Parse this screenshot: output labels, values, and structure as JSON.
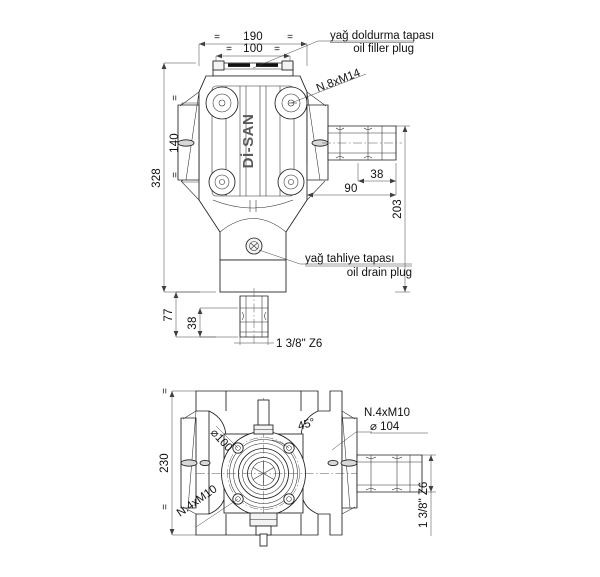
{
  "document": {
    "type": "technical-drawing",
    "subject": "Dİ-SAN bevel gearbox - front view and bottom view",
    "background_color": "#ffffff",
    "line_color": "#1d1d1d",
    "dimension_color": "#404040"
  },
  "brand": {
    "logo_text": "Dİ-SAN"
  },
  "front_view": {
    "dimensions": {
      "overall_width": "190",
      "cover_width": "100",
      "overall_height": "328",
      "bearing_span": "140",
      "shaft_length": "90",
      "spline_length": "38",
      "shaft_height": "203",
      "bottom_drop": "77",
      "bottom_spline": "38"
    },
    "equal_marks": {
      "width_left": "=",
      "width_right": "=",
      "cover_left": "=",
      "cover_right": "=",
      "height_top": "=",
      "height_bottom": "="
    },
    "callouts": {
      "oil_filler_tr": "yağ doldurma tapası",
      "oil_filler_en": "oil filler plug",
      "bolt_spec": "N.8xM14",
      "oil_drain_tr": "yağ tahliye tapası",
      "oil_drain_en": "oil drain plug",
      "bottom_shaft_spec": "1 3/8\" Z6"
    }
  },
  "bottom_view": {
    "dimensions": {
      "overall_width": "230"
    },
    "equal_marks": {
      "top": "=",
      "bottom": "="
    },
    "callouts": {
      "bolt_spec_right": "N.4xM10",
      "bolt_circle_right": "⌀ 104",
      "angle": "45°",
      "bolt_circle_left": "⌀100",
      "bolt_spec_left": "N.4xM10",
      "shaft_spec": "1 3/8\" Z6"
    }
  }
}
